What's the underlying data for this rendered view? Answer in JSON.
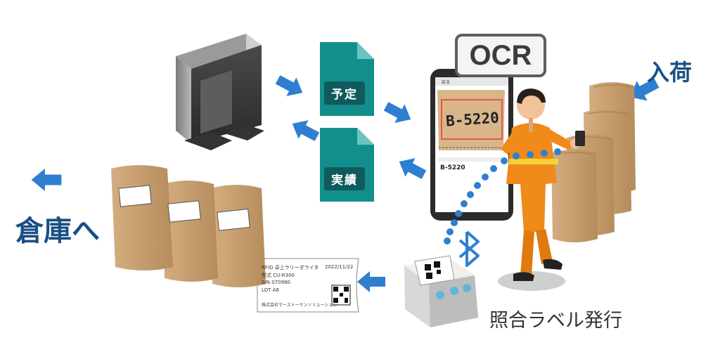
{
  "labels": {
    "ocr": "OCR",
    "arrival": "入荷",
    "to_warehouse": "倉庫へ",
    "label_issue": "照合ラベル発行",
    "plan_doc": "予定",
    "result_doc": "実績"
  },
  "phone": {
    "back": "戻る",
    "stamp_code": "B-5220",
    "result_code": "B-5220"
  },
  "label_card": {
    "line1": "RFID 卓上ラリーダライタ",
    "date": "2022/11/22",
    "line2": "型式  CU-R300",
    "line3": "S/N  070980",
    "line4": "LOT   A6",
    "company": "株式会社マーストーケンソリューション"
  },
  "colors": {
    "teal": "#128f8c",
    "teal_dark": "#0e5a5c",
    "arrow_blue": "#2f7fd0",
    "text_blue": "#1a4f86",
    "bag": "#c9a172",
    "worker_orange": "#f08a1a"
  },
  "icons": [
    "server-icon",
    "bluetooth-icon",
    "qr-code-icon",
    "printer-icon",
    "smartphone-icon"
  ]
}
